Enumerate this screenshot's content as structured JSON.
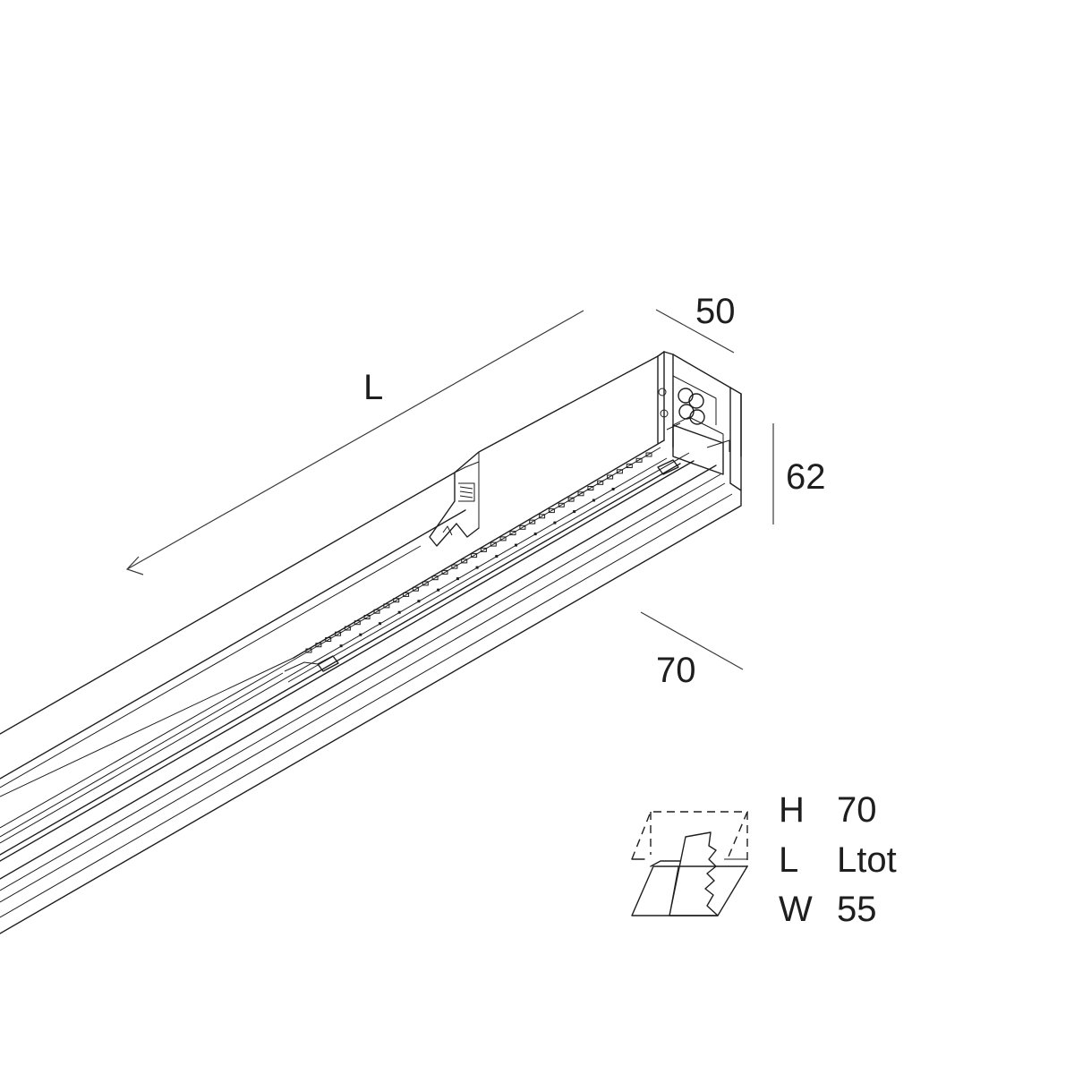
{
  "dimensions": {
    "length": "L",
    "depth": "50",
    "height": "62",
    "width": "70"
  },
  "spec_table": [
    {
      "key": "H",
      "value": "70"
    },
    {
      "key": "L",
      "value": "Ltot"
    },
    {
      "key": "W",
      "value": "55"
    }
  ]
}
